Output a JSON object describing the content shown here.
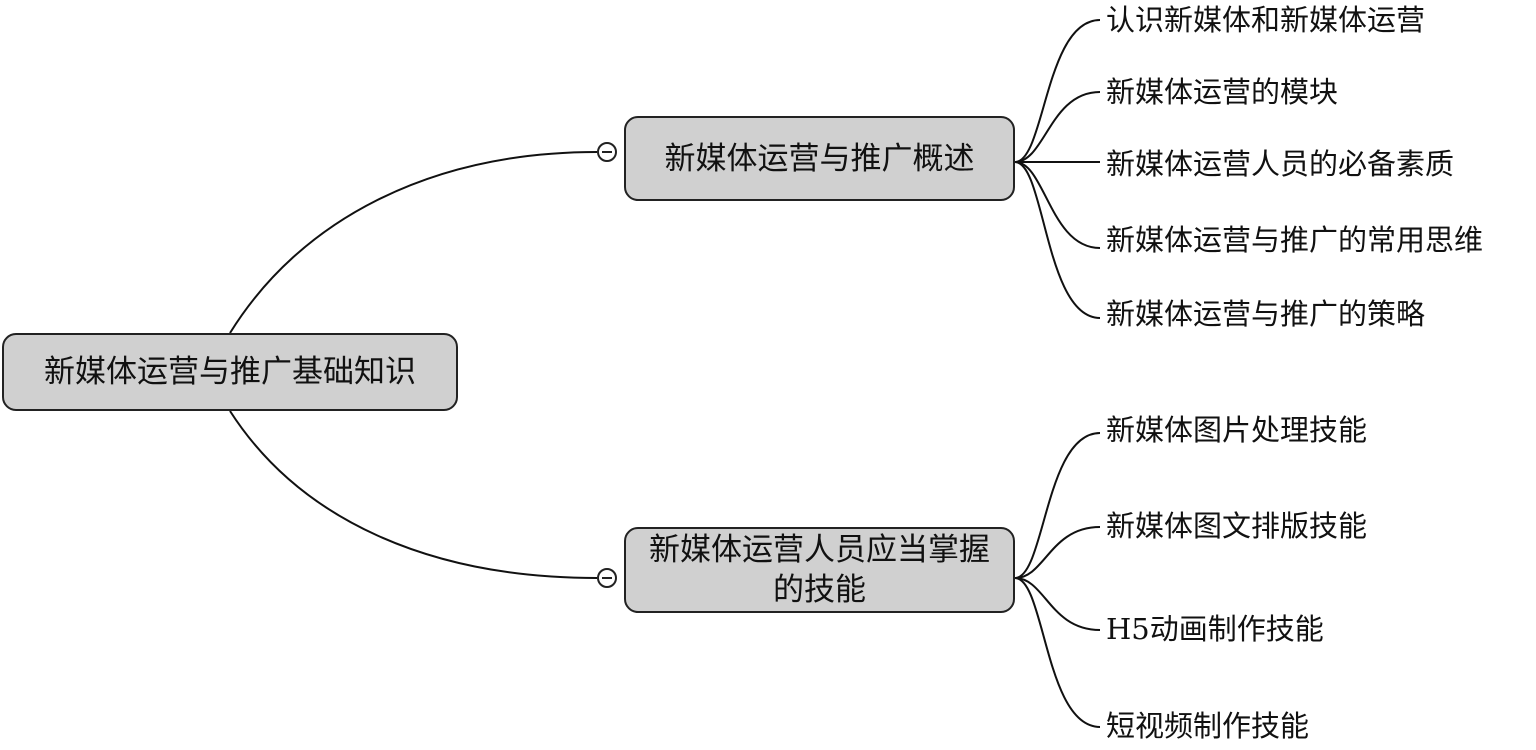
{
  "root": {
    "label": "新媒体运营与推广基础知识"
  },
  "branches": [
    {
      "label": "新媒体运营与推广概述",
      "collapse_icon": "minus-circle",
      "children": [
        "认识新媒体和新媒体运营",
        "新媒体运营的模块",
        "新媒体运营人员的必备素质",
        "新媒体运营与推广的常用思维",
        "新媒体运营与推广的策略"
      ]
    },
    {
      "label": "新媒体运营人员应当掌握的技能",
      "collapse_icon": "minus-circle",
      "children": [
        "新媒体图片处理技能",
        "新媒体图文排版技能",
        "H5动画制作技能",
        "短视频制作技能"
      ]
    }
  ],
  "colors": {
    "node_fill": "#d0d0d0",
    "node_border": "#222222",
    "line": "#111111",
    "background": "#ffffff"
  }
}
